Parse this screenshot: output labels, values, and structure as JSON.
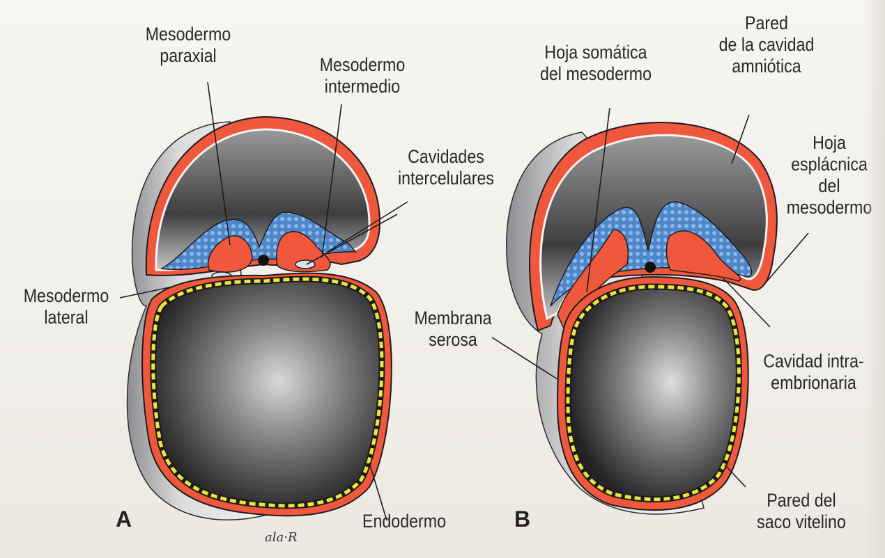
{
  "labels": {
    "mesodermo_paraxial": [
      "Mesodermo",
      "paraxial"
    ],
    "mesodermo_intermedio": [
      "Mesodermo",
      "intermedio"
    ],
    "cavidades_intercelulares": [
      "Cavidades",
      "intercelulares"
    ],
    "mesodermo_lateral": [
      "Mesodermo",
      "lateral"
    ],
    "endodermo": "Endodermo",
    "hoja_somatica": [
      "Hoja somática",
      "del mesodermo"
    ],
    "pared_amniotica": [
      "Pared",
      "de la cavidad",
      "amniótica"
    ],
    "hoja_esplacnica": [
      "Hoja",
      "esplácnica",
      "del",
      "mesodermo"
    ],
    "membrana_serosa": [
      "Membrana",
      "serosa"
    ],
    "cavidad_intra": [
      "Cavidad intra-",
      "embrionaria"
    ],
    "pared_saco": [
      "Pared del",
      "saco vitelino"
    ]
  },
  "panels": {
    "a": "A",
    "b": "B"
  },
  "signature": "ala·R",
  "colors": {
    "mesoderm": "#f0583d",
    "ectoderm": "#4e86c8",
    "endoderm": "#ece53a",
    "cavity": "#5b5b5e",
    "outline": "#1c1c1c"
  }
}
